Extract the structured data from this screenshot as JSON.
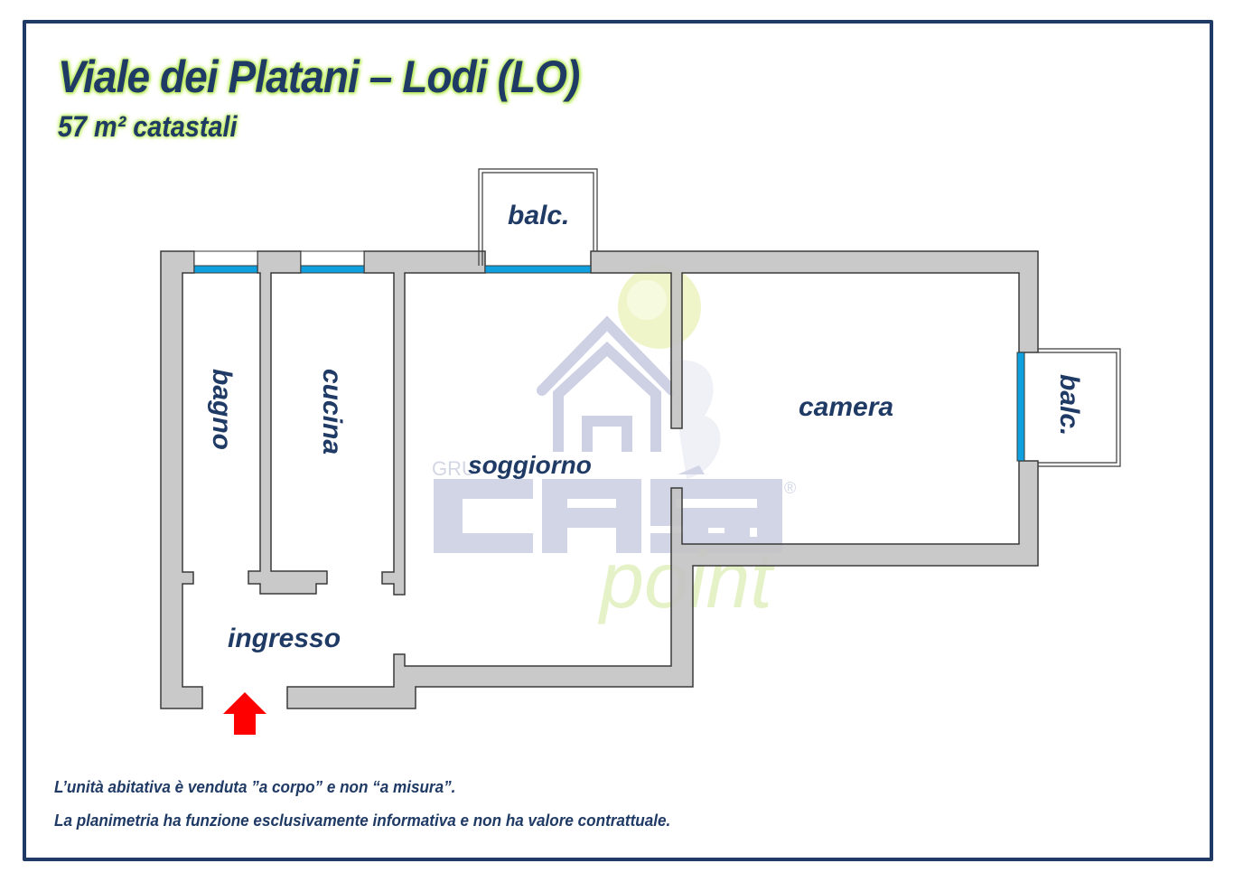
{
  "header": {
    "title": "Viale dei Platani – Lodi (LO)",
    "subtitle": "57 m² catastali"
  },
  "rooms": {
    "bagno": "bagno",
    "cucina": "cucina",
    "soggiorno": "soggiorno",
    "camera": "camera",
    "ingresso": "ingresso",
    "balcony_top": "balc.",
    "balcony_right": "balc."
  },
  "watermark": {
    "brand_prefix": "GRU",
    "brand_main": "CASA",
    "brand_sub": "point",
    "registered": "®"
  },
  "entrance": {
    "icon": "arrow-up-icon",
    "color": "#ff0000"
  },
  "colors": {
    "wall": "#c3c3c3",
    "wall_stroke": "#3a3a3a",
    "window": "#0fa0e0",
    "text": "#1f3a64",
    "title_glow": "#b5e853",
    "frame": "#1f3a64"
  },
  "footer": {
    "note1": "L’unità abitativa è venduta ”a corpo” e non “a misura”.",
    "note2": "La planimetria ha funzione esclusivamente informativa e non ha valore contrattuale."
  }
}
